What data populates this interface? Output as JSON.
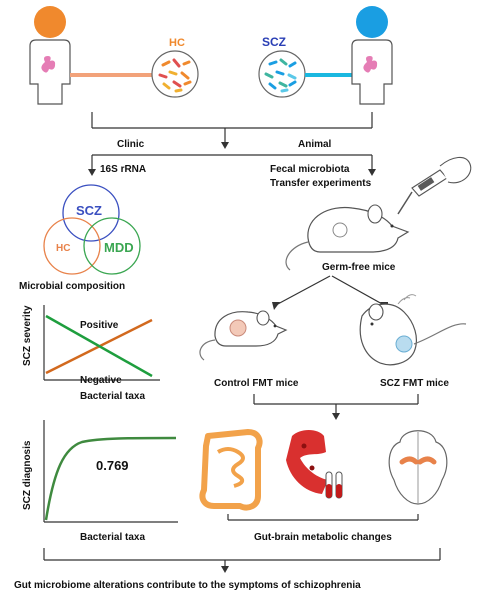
{
  "top": {
    "hc_label": "HC",
    "scz_label": "SCZ"
  },
  "branches": {
    "clinic": "Clinic",
    "animal": "Animal"
  },
  "clinic": {
    "method": "16S rRNA",
    "venn": {
      "scz": "SCZ",
      "hc": "HC",
      "mdd": "MDD"
    },
    "composition_label": "Microbial composition",
    "severity_plot": {
      "ylabel": "SCZ severity",
      "xlabel": "Bacterial taxa",
      "positive": "Positive",
      "negative": "Negative"
    },
    "diagnosis_plot": {
      "ylabel": "SCZ diagnosis",
      "xlabel": "Bacterial taxa",
      "value": "0.769"
    }
  },
  "animal": {
    "method_line1": "Fecal microbiota",
    "method_line2": "Transfer experiments",
    "germ_free_label": "Germ-free mice",
    "control_label": "Control FMT mice",
    "scz_label": "SCZ FMT mice",
    "metabolic_label": "Gut-brain metabolic changes"
  },
  "conclusion": "Gut microbiome alterations contribute to the symptoms of schizophrenia",
  "colors": {
    "hc_orange": "#f0892d",
    "scz_blue": "#1a9ee2",
    "venn_scz": "#3a4fc0",
    "venn_hc": "#e8824a",
    "venn_mdd": "#3aa651",
    "positive_line": "#d2691e",
    "negative_line": "#1e9e3e",
    "curve": "#3f8a3f",
    "gut": "#f2a24a",
    "blood": "#d9302f"
  }
}
